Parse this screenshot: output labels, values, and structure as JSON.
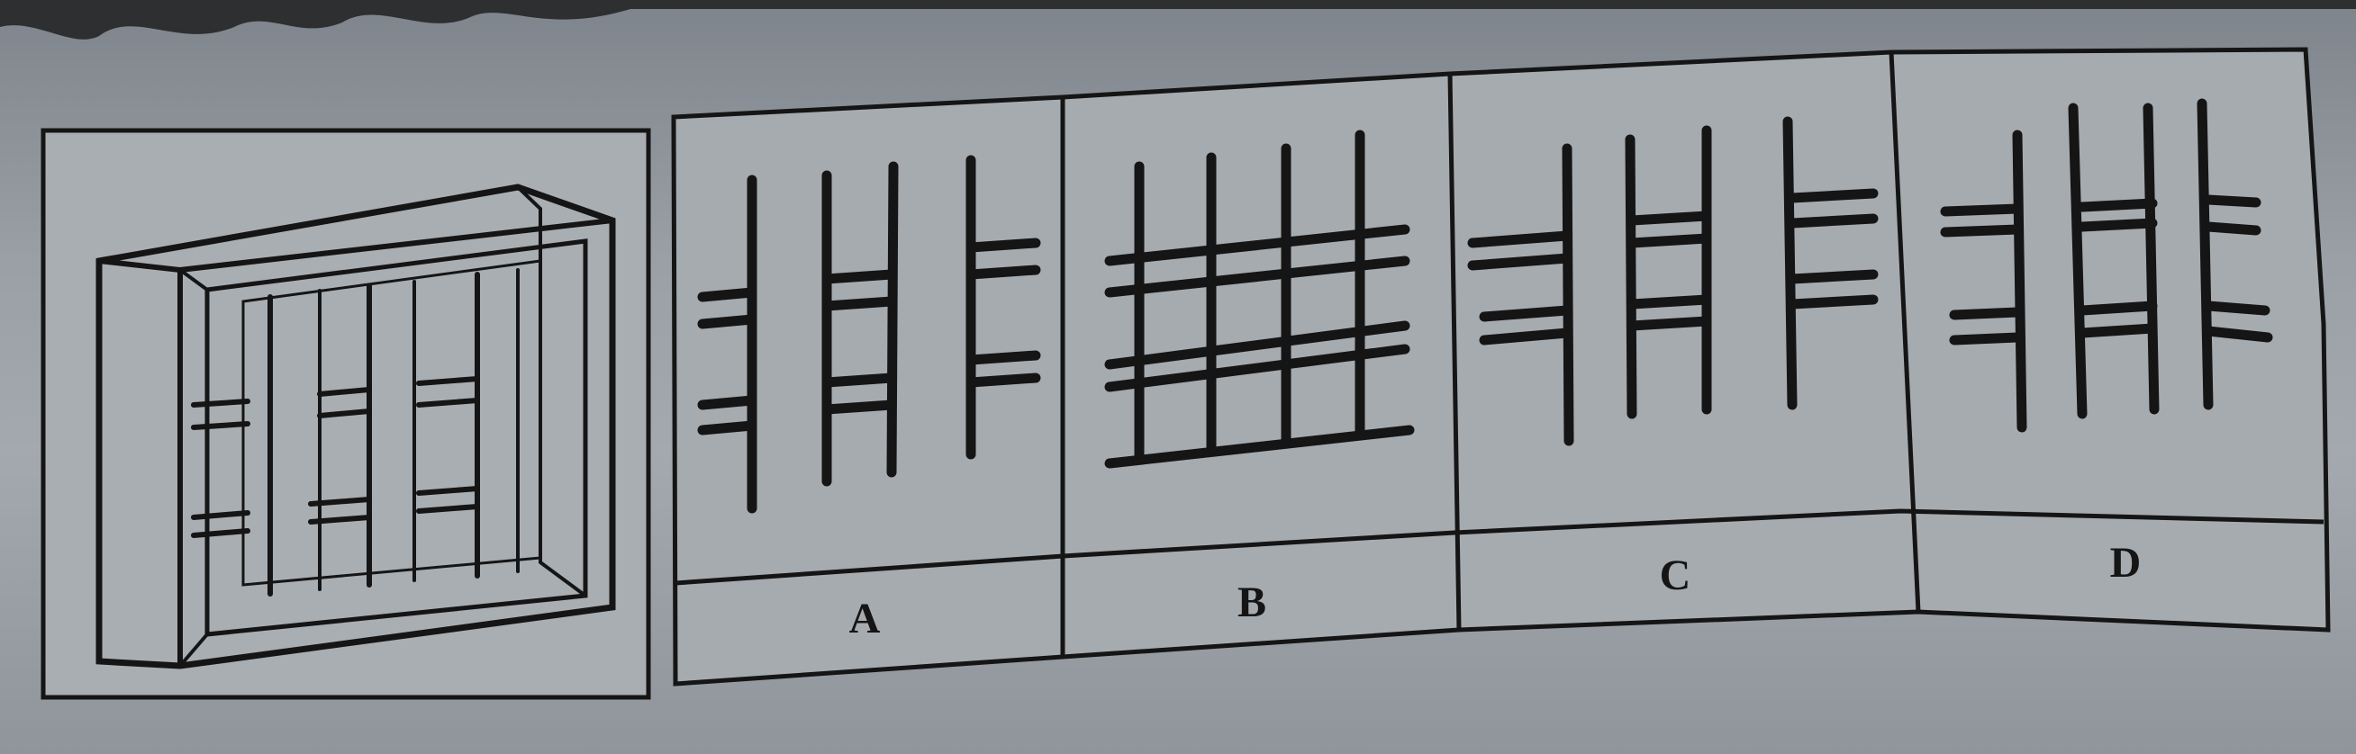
{
  "options": [
    {
      "key": "A",
      "label": "A"
    },
    {
      "key": "B",
      "label": "B"
    },
    {
      "key": "C",
      "label": "C"
    },
    {
      "key": "D",
      "label": "D"
    }
  ],
  "colors": {
    "ink": "#151515",
    "paper": "#a7acb1"
  }
}
